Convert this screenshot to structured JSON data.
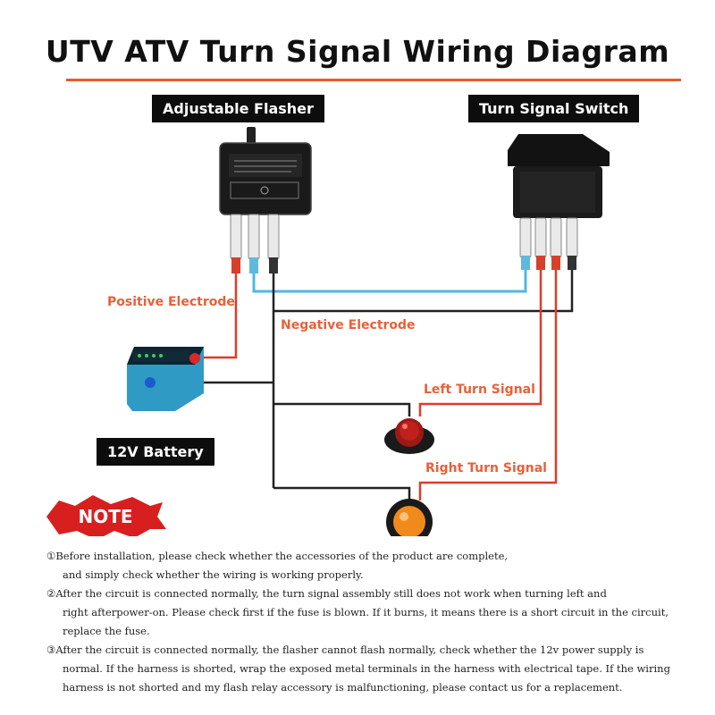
{
  "title": "UTV ATV Turn Signal Wiring Diagram",
  "labels": {
    "flasher": "Adjustable Flasher",
    "switch": "Turn Signal Switch",
    "battery": "12V Battery",
    "positive": "Positive Electrode",
    "negative": "Negative Electrode",
    "left": "Left Turn Signal",
    "right": "Right Turn Signal"
  },
  "note_badge": "NOTE",
  "notes": [
    {
      "marker": "①",
      "lines": [
        "Before installation, please check whether the accessories of the product are complete,",
        "and simply check whether the wiring is working properly."
      ]
    },
    {
      "marker": "②",
      "lines": [
        "After the circuit is connected normally, the turn signal assembly still does not work when turning left and",
        "right afterpower-on. Please check first if the fuse is blown. If it burns, it means there is a short circuit in the circuit,",
        "replace the fuse."
      ]
    },
    {
      "marker": "③",
      "lines": [
        "After the circuit is connected normally, the flasher cannot flash normally, check whether the 12v power supply is",
        "normal. If the harness is shorted, wrap the exposed metal terminals in the harness with electrical tape. If the wiring",
        "harness is not shorted and my flash relay accessory is malfunctioning, please contact us for a replacement."
      ]
    }
  ],
  "colors": {
    "accent": "#e85a2a",
    "positive_wire": "#e03a2a",
    "blue_wire": "#4fb8e0",
    "ground_wire": "#222222",
    "amber": "#f08a1c",
    "red_lamp": "#c0201c"
  }
}
